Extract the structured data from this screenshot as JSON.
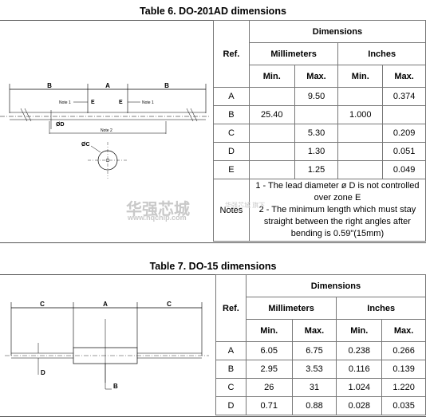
{
  "table6": {
    "caption": "Table 6. DO-201AD dimensions",
    "header": {
      "ref": "Ref.",
      "dimensions": "Dimensions",
      "millimeters": "Millimeters",
      "inches": "Inches",
      "min": "Min.",
      "max": "Max."
    },
    "rows": [
      {
        "ref": "A",
        "mm_min": "",
        "mm_max": "9.50",
        "in_min": "",
        "in_max": "0.374"
      },
      {
        "ref": "B",
        "mm_min": "25.40",
        "mm_max": "",
        "in_min": "1.000",
        "in_max": ""
      },
      {
        "ref": "C",
        "mm_min": "",
        "mm_max": "5.30",
        "in_min": "",
        "in_max": "0.209"
      },
      {
        "ref": "D",
        "mm_min": "",
        "mm_max": "1.30",
        "in_min": "",
        "in_max": "0.051"
      },
      {
        "ref": "E",
        "mm_min": "",
        "mm_max": "1.25",
        "in_min": "",
        "in_max": "0.049"
      }
    ],
    "notes_label": "Notes",
    "note1": "1 - The lead diameter ø D is not controlled over zone E",
    "note2": "2 - The minimum length which must stay straight between the right angles after bending is 0.59\"(15mm)",
    "drawing": {
      "label_b_left": "B",
      "label_a": "A",
      "label_b_right": "B",
      "note1_left": "Note 1",
      "note1_right": "Note 1",
      "label_e_left": "E",
      "label_e_right": "E",
      "label_d": "ØD",
      "note2": "Note 2",
      "label_c": "ØC"
    }
  },
  "table7": {
    "caption": "Table 7. DO-15 dimensions",
    "header": {
      "ref": "Ref.",
      "dimensions": "Dimensions",
      "millimeters": "Millimeters",
      "inches": "Inches",
      "min": "Min.",
      "max": "Max."
    },
    "rows": [
      {
        "ref": "A",
        "mm_min": "6.05",
        "mm_max": "6.75",
        "in_min": "0.238",
        "in_max": "0.266"
      },
      {
        "ref": "B",
        "mm_min": "2.95",
        "mm_max": "3.53",
        "in_min": "0.116",
        "in_max": "0.139"
      },
      {
        "ref": "C",
        "mm_min": "26",
        "mm_max": "31",
        "in_min": "1.024",
        "in_max": "1.220"
      },
      {
        "ref": "D",
        "mm_min": "0.71",
        "mm_max": "0.88",
        "in_min": "0.028",
        "in_max": "0.035"
      }
    ],
    "drawing": {
      "label_c_left": "C",
      "label_a": "A",
      "label_c_right": "C",
      "label_d": "D",
      "label_b": "B"
    }
  },
  "watermark": {
    "cn": "华强芯城",
    "url": "www.hqchip.com",
    "small": "华强芯城 旗下"
  }
}
